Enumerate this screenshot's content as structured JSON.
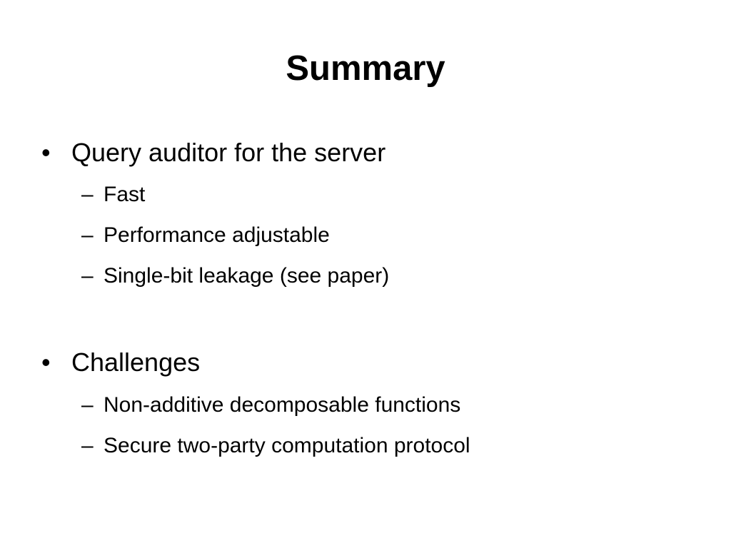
{
  "slide": {
    "title": "Summary",
    "bullet_marker": "•",
    "sub_marker": "–",
    "bullets": [
      {
        "text": "Query auditor for the server",
        "subitems": [
          "Fast",
          "Performance adjustable",
          "Single-bit leakage (see paper)"
        ]
      },
      {
        "text": "Challenges",
        "subitems": [
          "Non-additive decomposable functions",
          "Secure two-party computation protocol"
        ]
      }
    ]
  }
}
